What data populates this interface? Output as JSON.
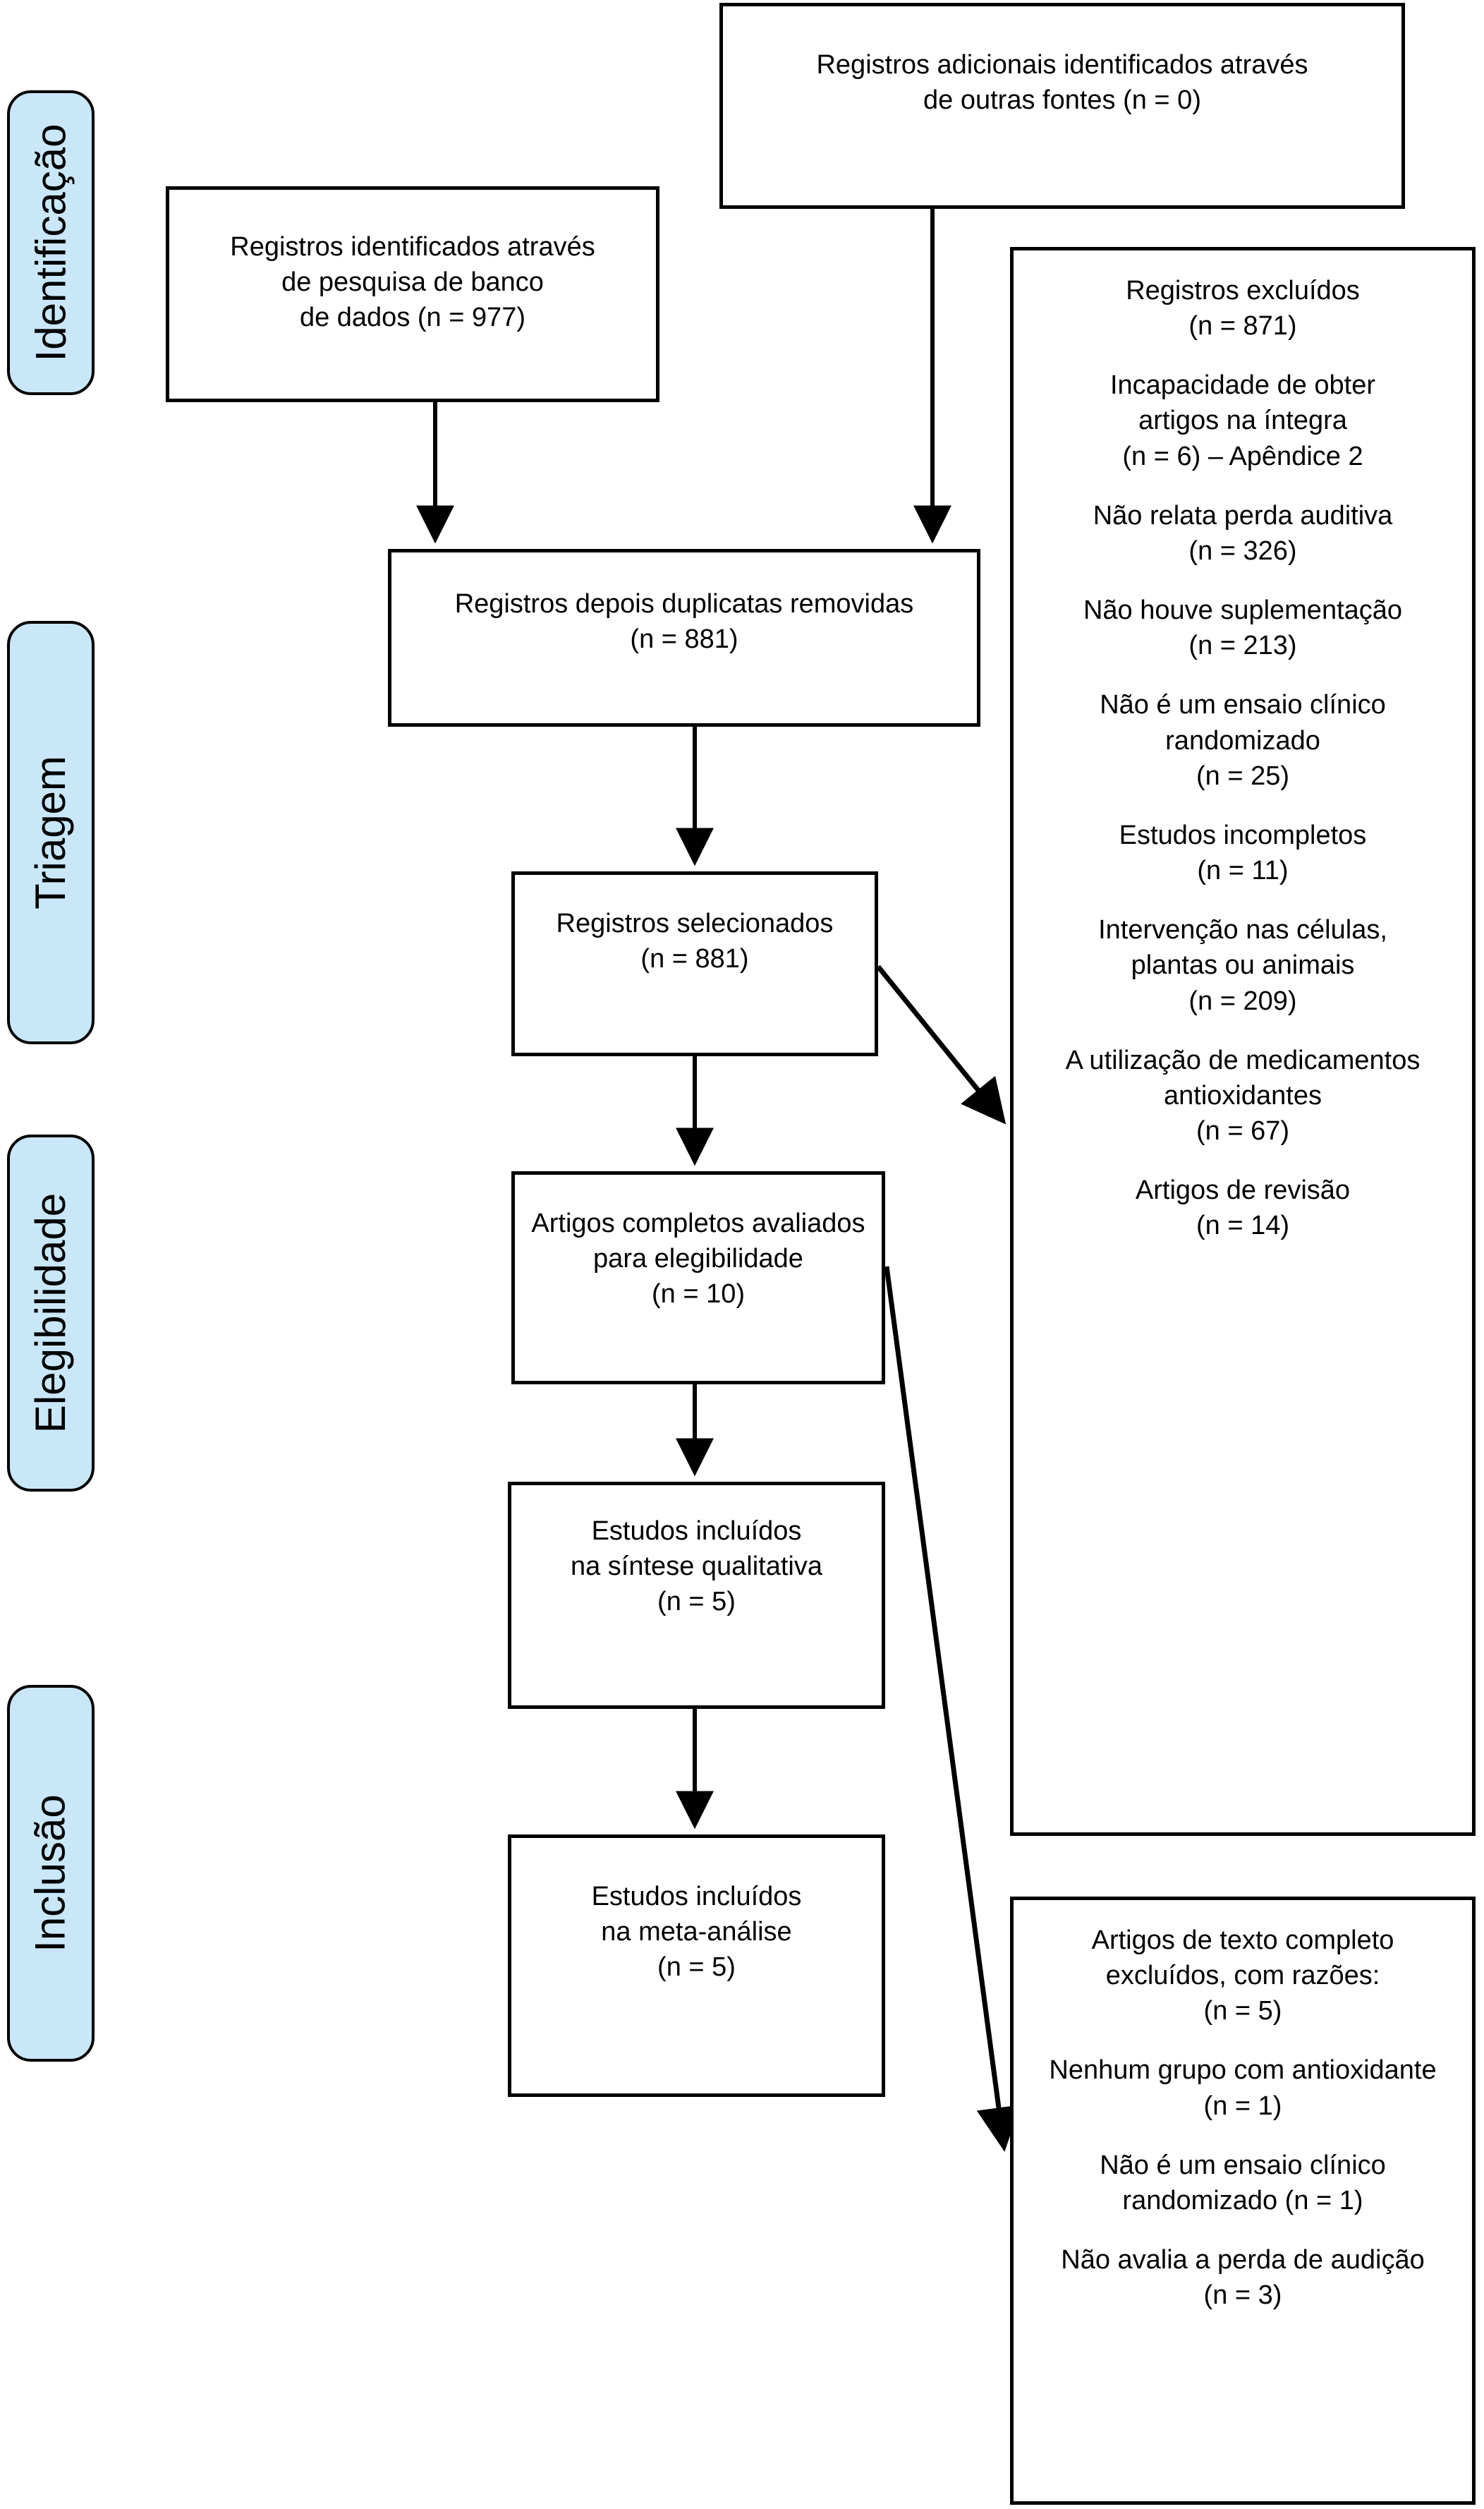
{
  "diagram": {
    "type": "prisma-flow-diagram",
    "language": "pt-BR"
  },
  "phases": [
    {
      "id": "identificacao",
      "label": "Identificação"
    },
    {
      "id": "triagem",
      "label": "Triagem"
    },
    {
      "id": "elegibilidade",
      "label": "Elegibilidade"
    },
    {
      "id": "inclusao",
      "label": "Inclusão"
    }
  ],
  "nodes": {
    "database_records": {
      "text": "Registros identificados através\nde pesquisa de banco\nde dados (n = 977)",
      "n": 977
    },
    "additional_records": {
      "text": "Registros adicionais identificados através\nde outras fontes (n = 0)",
      "n": 0
    },
    "after_duplicates": {
      "text": "Registros depois duplicatas removidas\n(n = 881)",
      "n": 881
    },
    "screened": {
      "text": "Registros selecionados\n(n = 881)",
      "n": 881
    },
    "fulltext_assessed": {
      "text": "Artigos completos avaliados\npara elegibilidade\n(n = 10)",
      "n": 10
    },
    "qualitative_synthesis": {
      "text": "Estudos incluídos\nna síntese qualitativa\n(n = 5)",
      "n": 5
    },
    "meta_analysis": {
      "text": "Estudos incluídos\nna meta-análise\n(n = 5)",
      "n": 5
    }
  },
  "records_excluded": {
    "blocks": [
      {
        "text": "Registros excluídos\n(n = 871)",
        "n": 871
      },
      {
        "text": "Incapacidade de obter\nartigos na íntegra\n(n = 6) – Apêndice 2",
        "n": 6
      },
      {
        "text": "Não relata perda auditiva\n(n = 326)",
        "n": 326
      },
      {
        "text": "Não houve suplementação\n(n = 213)",
        "n": 213
      },
      {
        "text": "Não é um ensaio clínico\nrandomizado\n(n = 25)",
        "n": 25
      },
      {
        "text": "Estudos incompletos\n(n = 11)",
        "n": 11
      },
      {
        "text": "Intervenção nas células,\nplantas ou animais\n(n = 209)",
        "n": 209
      },
      {
        "text": "A utilização de medicamentos\nantioxidantes\n(n = 67)",
        "n": 67
      },
      {
        "text": "Artigos de revisão\n(n = 14)",
        "n": 14
      }
    ]
  },
  "fulltext_excluded": {
    "blocks": [
      {
        "text": "Artigos de texto completo\nexcluídos, com razões:\n(n = 5)",
        "n": 5
      },
      {
        "text": "Nenhum grupo com antioxidante\n(n = 1)",
        "n": 1
      },
      {
        "text": "Não é um ensaio clínico\nrandomizado (n = 1)",
        "n": 1
      },
      {
        "text": "Não avalia a perda de audição\n(n = 3)",
        "n": 3
      }
    ]
  },
  "colors": {
    "phase_fill": "#c9e7f9",
    "stroke": "#000000",
    "background": "#ffffff",
    "text": "#000000"
  }
}
